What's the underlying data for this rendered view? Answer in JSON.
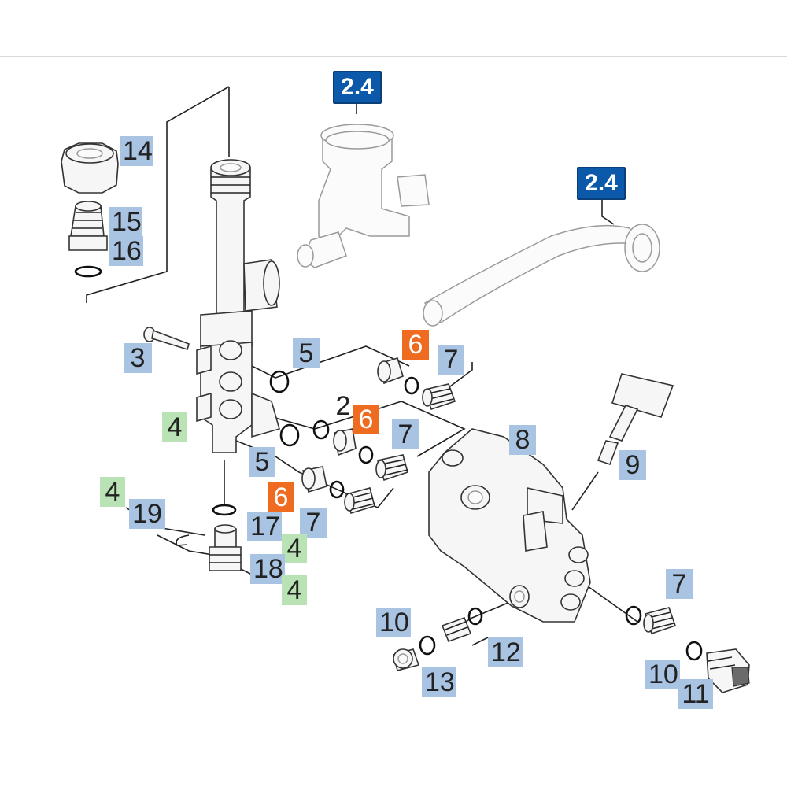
{
  "labels": {
    "p2_4_top": "2.4",
    "p2_4_right": "2.4",
    "p14": "14",
    "p15": "15",
    "p16": "16",
    "p3": "3",
    "p5_a": "5",
    "p5_b": "5",
    "p6_a": "6",
    "p6_b": "6",
    "p6_c": "6",
    "p2": "2",
    "p7_a": "7",
    "p7_b": "7",
    "p7_c": "7",
    "p7_d": "7",
    "p4_a": "4",
    "p4_b": "4",
    "p4_c": "4",
    "p4_d": "4",
    "p8": "8",
    "p9": "9",
    "p19": "19",
    "p17": "17",
    "p18": "18",
    "p10_a": "10",
    "p10_b": "10",
    "p11": "11",
    "p12": "12",
    "p13": "13"
  },
  "colors": {
    "blue_tag": "#a9c4e3",
    "green_tag": "#b9e3b4",
    "orange_tag": "#ef6b1f",
    "dark_tag": "#0b59a8"
  }
}
